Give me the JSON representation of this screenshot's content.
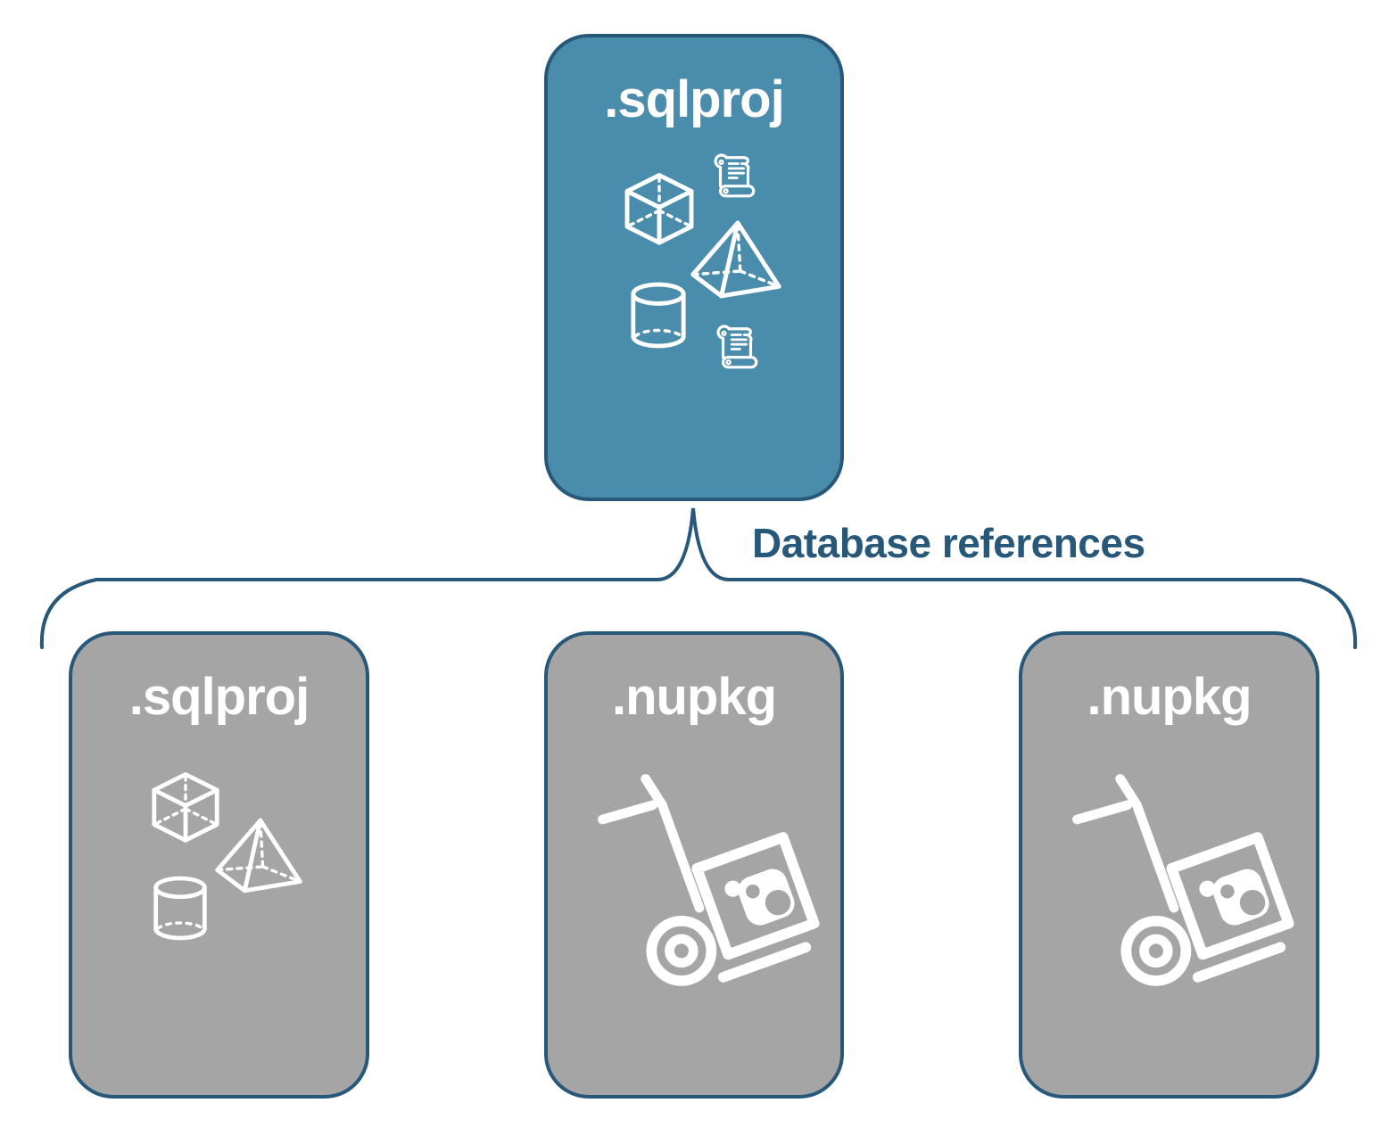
{
  "diagram": {
    "connector_label": "Database references",
    "root_node": {
      "label": ".sqlproj",
      "icons": [
        "script-scroll-icon",
        "cube-icon",
        "pyramid-icon",
        "cylinder-icon",
        "script-scroll-icon"
      ]
    },
    "child_nodes": [
      {
        "label": ".sqlproj",
        "icons": [
          "cube-icon",
          "pyramid-icon",
          "cylinder-icon"
        ]
      },
      {
        "label": ".nupkg",
        "icons": [
          "package-dolly-icon"
        ]
      },
      {
        "label": ".nupkg",
        "icons": [
          "package-dolly-icon"
        ]
      }
    ],
    "colors": {
      "root_fill": "#4A8CAB",
      "child_fill": "#A5A5A5",
      "outline_and_label": "#27587A",
      "icon_and_text": "#FFFFFF",
      "background": "#FFFFFF"
    }
  }
}
